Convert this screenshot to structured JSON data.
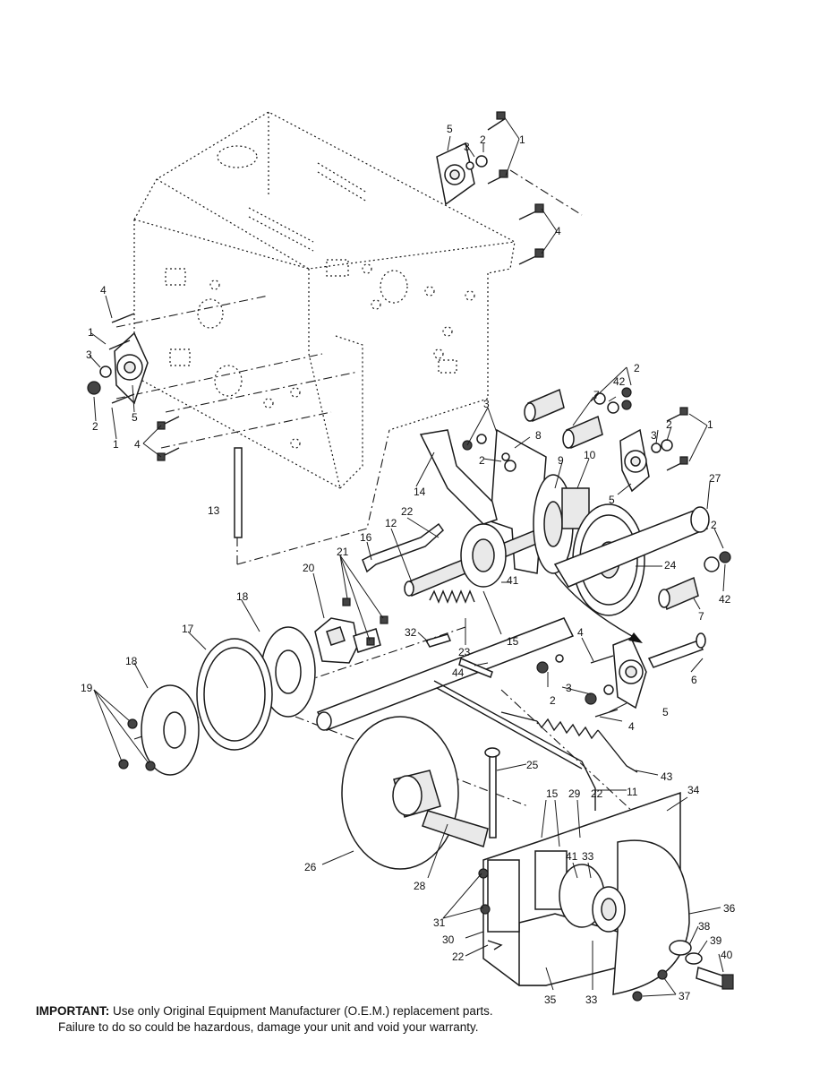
{
  "callouts": {
    "c1": "1",
    "c2": "2",
    "c3": "3",
    "c4": "4",
    "c5": "5",
    "c6": "6",
    "c7": "7",
    "c8": "8",
    "c9": "9",
    "c10": "10",
    "c11": "11",
    "c12": "12",
    "c13": "13",
    "c14": "14",
    "c15": "15",
    "c16": "16",
    "c17": "17",
    "c18": "18",
    "c19": "19",
    "c20": "20",
    "c21": "21",
    "c22": "22",
    "c23": "23",
    "c24": "24",
    "c25": "25",
    "c26": "26",
    "c27": "27",
    "c28": "28",
    "c29": "29",
    "c30": "30",
    "c31": "31",
    "c32": "32",
    "c33": "33",
    "c34": "34",
    "c35": "35",
    "c36": "36",
    "c37": "37",
    "c38": "38",
    "c39": "39",
    "c40": "40",
    "c41": "41",
    "c42": "42",
    "c43": "43",
    "c44": "44"
  },
  "notice": {
    "label": "IMPORTANT:",
    "line1": "Use only Original Equipment Manufacturer (O.E.M.) replacement parts.",
    "line2": "Failure to do so could be hazardous, damage your unit and void your warranty."
  }
}
